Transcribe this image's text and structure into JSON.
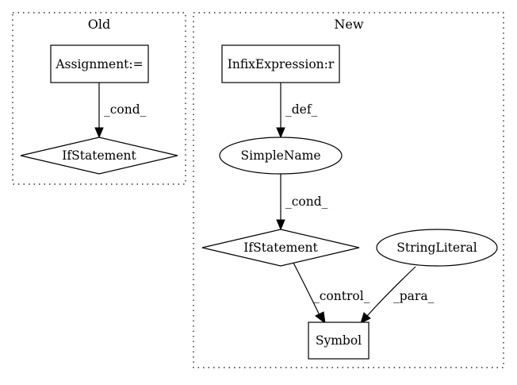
{
  "clusters": {
    "old": {
      "label": "Old"
    },
    "new": {
      "label": "New"
    }
  },
  "nodes": {
    "old_assignment": {
      "label": "Assignment:="
    },
    "old_ifstatement": {
      "label": "IfStatement"
    },
    "new_infix": {
      "label": "InfixExpression:r"
    },
    "new_simplename": {
      "label": "SimpleName"
    },
    "new_ifstatement": {
      "label": "IfStatement"
    },
    "new_stringliteral": {
      "label": "StringLiteral"
    },
    "new_symbol": {
      "label": "Symbol"
    }
  },
  "edges": {
    "old_cond": {
      "label": "_cond_"
    },
    "new_def": {
      "label": "_def_"
    },
    "new_cond": {
      "label": "_cond_"
    },
    "new_control": {
      "label": "_control_"
    },
    "new_para": {
      "label": "_para_"
    }
  }
}
